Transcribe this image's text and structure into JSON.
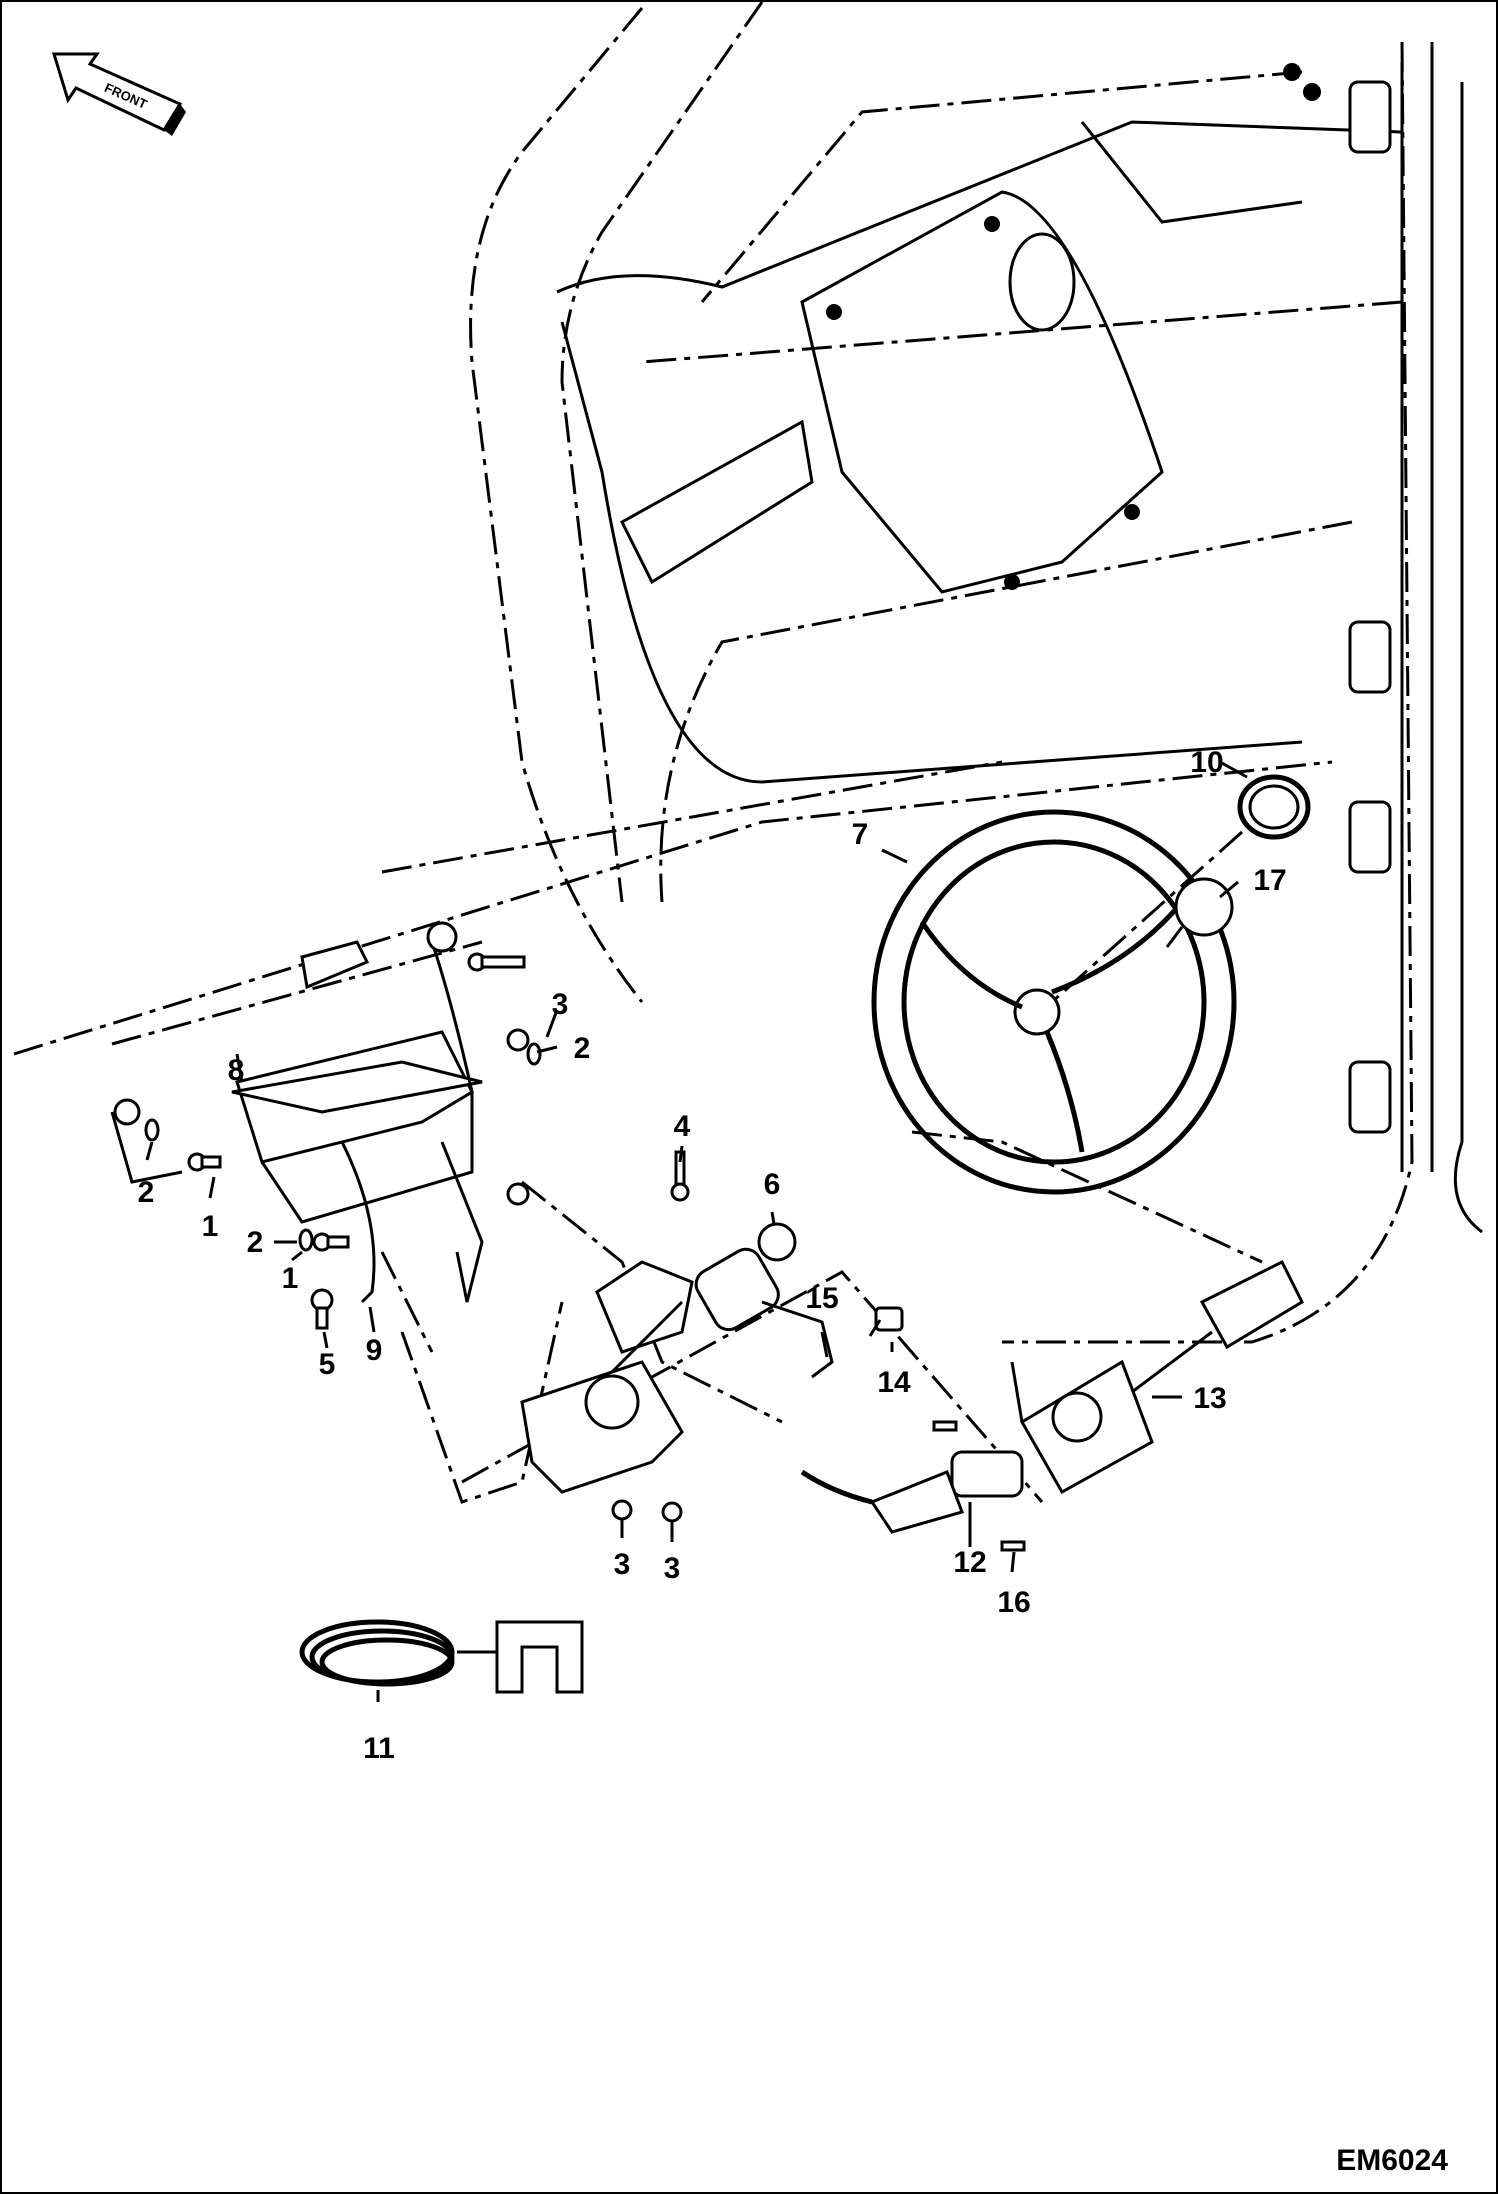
{
  "front_arrow": {
    "label": "FRONT"
  },
  "reference_code": "EM6024",
  "callouts": [
    {
      "id": "c10",
      "text": "10"
    },
    {
      "id": "c7",
      "text": "7"
    },
    {
      "id": "c17",
      "text": "17"
    },
    {
      "id": "c3a",
      "text": "3"
    },
    {
      "id": "c2a",
      "text": "2"
    },
    {
      "id": "c8",
      "text": "8"
    },
    {
      "id": "c2b",
      "text": "2"
    },
    {
      "id": "c1a",
      "text": "1"
    },
    {
      "id": "c2c",
      "text": "2"
    },
    {
      "id": "c1b",
      "text": "1"
    },
    {
      "id": "c4",
      "text": "4"
    },
    {
      "id": "c6",
      "text": "6"
    },
    {
      "id": "c15",
      "text": "15"
    },
    {
      "id": "c14",
      "text": "14"
    },
    {
      "id": "c5",
      "text": "5"
    },
    {
      "id": "c9",
      "text": "9"
    },
    {
      "id": "c13",
      "text": "13"
    },
    {
      "id": "c3b",
      "text": "3"
    },
    {
      "id": "c3c",
      "text": "3"
    },
    {
      "id": "c12",
      "text": "12"
    },
    {
      "id": "c16",
      "text": "16"
    },
    {
      "id": "c11",
      "text": "11"
    }
  ]
}
